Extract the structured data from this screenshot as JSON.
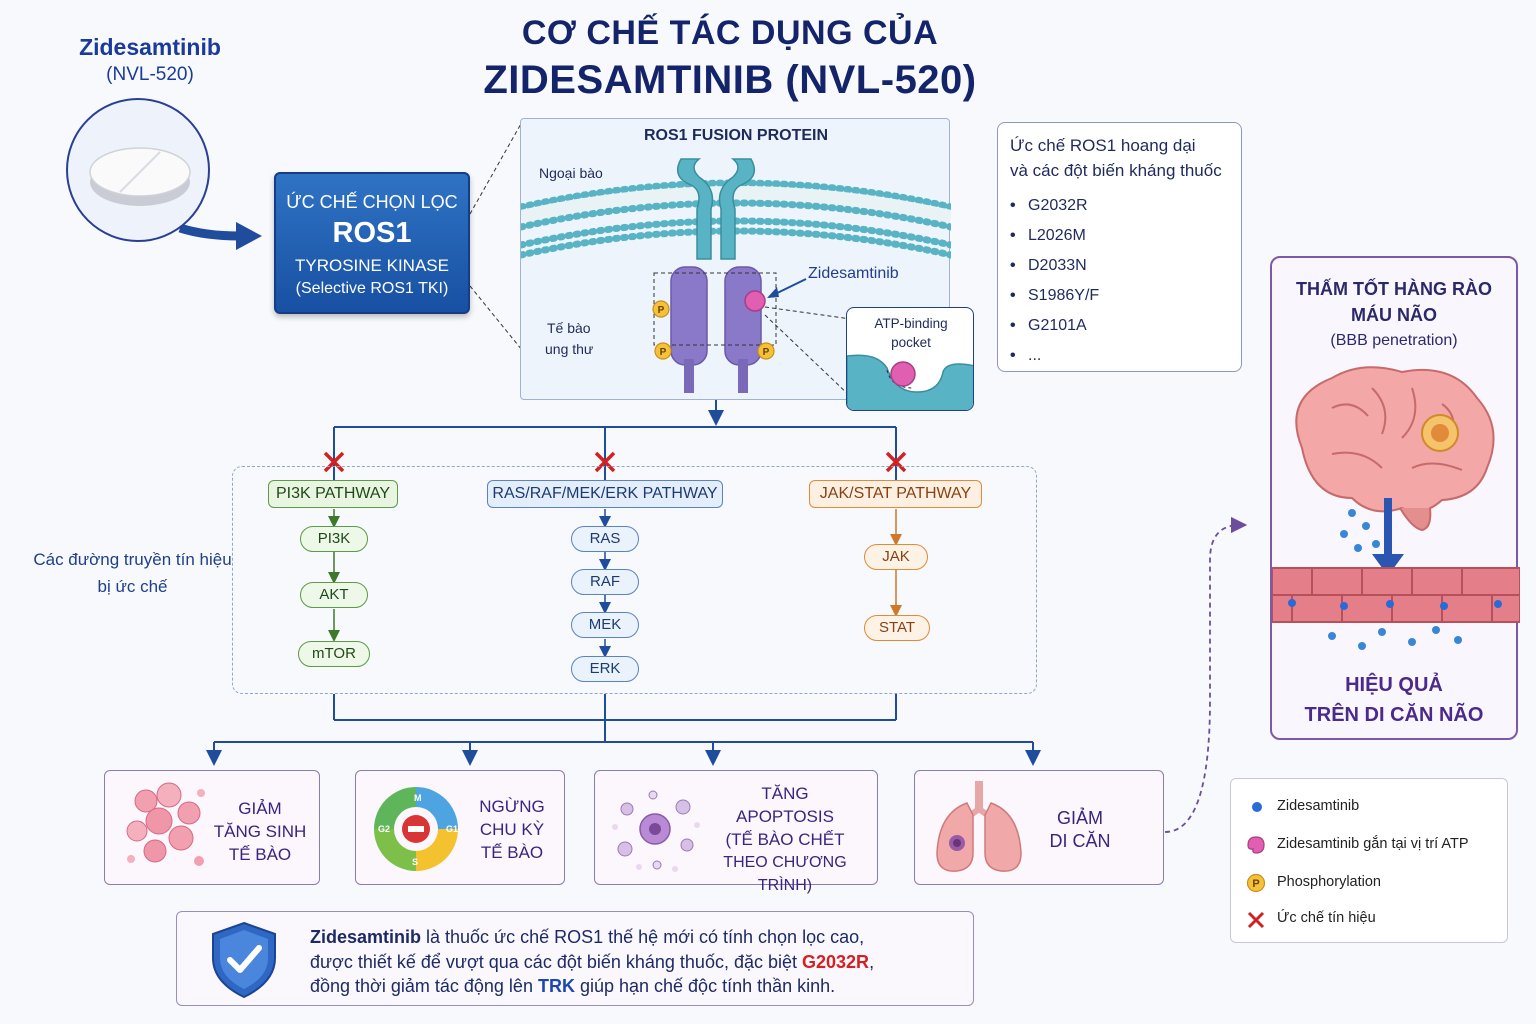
{
  "title": {
    "line1": "CƠ CHẾ TÁC DỤNG CỦA",
    "line2": "ZIDESAMTINIB (NVL-520)"
  },
  "drug": {
    "name": "Zidesamtinib",
    "code": "(NVL-520)"
  },
  "tki_box": {
    "line1": "ỨC CHẾ CHỌN LỌC",
    "line2": "ROS1",
    "line3": "TYROSINE KINASE",
    "line4": "(Selective ROS1 TKI)"
  },
  "ros_panel": {
    "title": "ROS1 FUSION PROTEIN",
    "outside_label": "Ngoại bào",
    "inside_label_1": "Tế bào",
    "inside_label_2": "ung thư",
    "drug_label": "Zidesamtinib",
    "pocket_label_1": "ATP-binding",
    "pocket_label_2": "pocket",
    "phospho_letter": "P"
  },
  "mutations": {
    "title_1": "Ức chế ROS1 hoang dại",
    "title_2": "và các đột biến kháng thuốc",
    "items": [
      "G2032R",
      "L2026M",
      "D2033N",
      "S1986Y/F",
      "G2101A",
      "..."
    ]
  },
  "pathways": {
    "side_label_1": "Các đường truyền tín hiệu",
    "side_label_2": "bị ức chế",
    "pi3k": {
      "header": "PI3K PATHWAY",
      "nodes": [
        "PI3K",
        "AKT",
        "mTOR"
      ]
    },
    "ras": {
      "header": "RAS/RAF/MEK/ERK PATHWAY",
      "nodes": [
        "RAS",
        "RAF",
        "MEK",
        "ERK"
      ]
    },
    "jak": {
      "header": "JAK/STAT PATHWAY",
      "nodes": [
        "JAK",
        "STAT"
      ]
    }
  },
  "effects": [
    {
      "lines": [
        "GIẢM",
        "TĂNG SINH",
        "TẾ BÀO"
      ]
    },
    {
      "lines": [
        "NGỪNG",
        "CHU KỲ",
        "TẾ BÀO"
      ],
      "cycle_labels": [
        "M",
        "G2",
        "S",
        "G1"
      ]
    },
    {
      "lines": [
        "TĂNG",
        "APOPTOSIS",
        "(TẾ BÀO CHẾT",
        "THEO CHƯƠNG TRÌNH)"
      ]
    },
    {
      "lines": [
        "GIẢM",
        "DI CĂN"
      ]
    }
  ],
  "summary": {
    "p1": "Zidesamtinib",
    "p2": " là thuốc ức chế ROS1 thế hệ mới có tính chọn lọc cao,",
    "p3": "được thiết kế để vượt qua các đột biến kháng thuốc, đặc biệt ",
    "p4": "G2032R",
    "p5": ",",
    "p6": "đồng thời giảm tác động lên ",
    "p7": "TRK",
    "p8": " giúp hạn chế độc tính thần kinh."
  },
  "bbb": {
    "title_1": "THẤM TỐT HÀNG RÀO",
    "title_2": "MÁU NÃO",
    "subtitle": "(BBB penetration)",
    "effect_1": "HIỆU QUẢ",
    "effect_2": "TRÊN DI CĂN NÃO"
  },
  "legend": {
    "items": [
      {
        "icon": "drug-dot-icon",
        "label": "Zidesamtinib"
      },
      {
        "icon": "bound-drug-icon",
        "label": "Zidesamtinib gắn tại vị trí ATP"
      },
      {
        "icon": "phosphorylation-icon",
        "label": "Phosphorylation"
      },
      {
        "icon": "inhibition-x-icon",
        "label": "Ức chế tín hiệu"
      }
    ]
  },
  "colors": {
    "navy": "#14246b",
    "tki_blue": "#1f5fb5",
    "pi3k_green": "#5c9a45",
    "ras_blue": "#5a84c0",
    "jak_orange": "#e08b35",
    "inhibit_red": "#d42020",
    "drug_pink": "#e05fb0",
    "membrane_teal": "#58b4c4",
    "kinase_purple": "#8a78c8",
    "phospho_yellow": "#f6c13a",
    "bbb_purple": "#7d5aa8"
  }
}
